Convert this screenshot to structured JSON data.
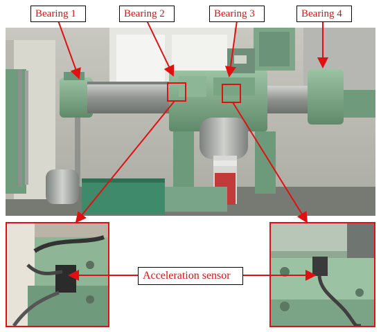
{
  "labels": {
    "bearing_1": "Bearing 1",
    "bearing_2": "Bearing 2",
    "bearing_3": "Bearing 3",
    "bearing_4": "Bearing 4",
    "sensor": "Acceleration sensor"
  },
  "colors": {
    "annotation_red": "#e01010",
    "machine_green": "#7fa889",
    "steel": "#a7aaa8",
    "tank_green": "#3f8a6a"
  }
}
